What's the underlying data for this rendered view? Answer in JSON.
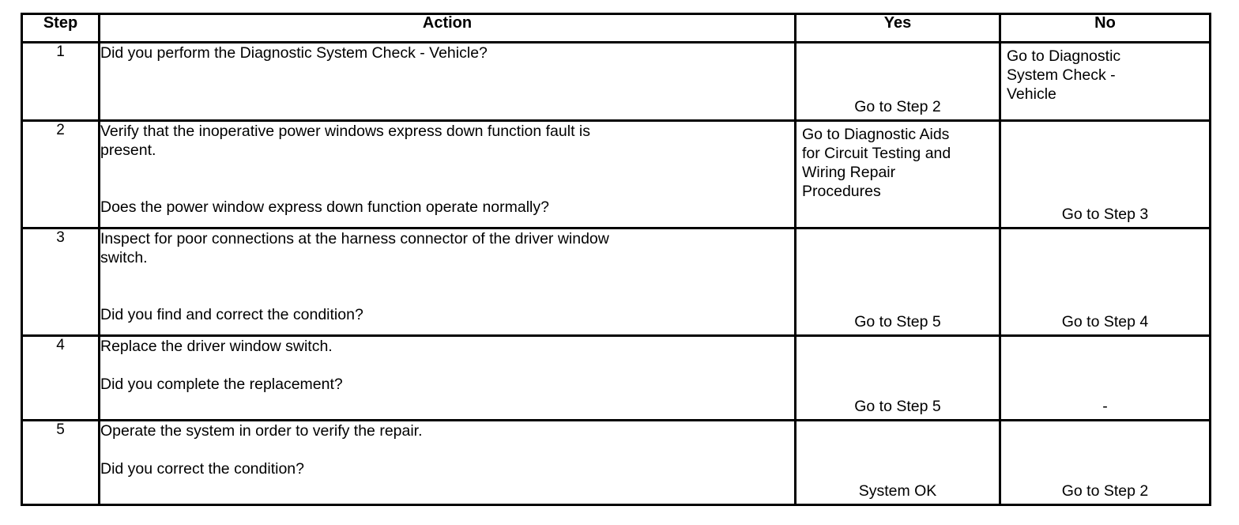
{
  "table": {
    "columns": [
      {
        "key": "step",
        "label": "Step"
      },
      {
        "key": "action",
        "label": "Action"
      },
      {
        "key": "yes",
        "label": "Yes"
      },
      {
        "key": "no",
        "label": "No"
      }
    ],
    "rows": [
      {
        "step": "1",
        "action_lines": [
          "Did you perform the Diagnostic System Check - Vehicle?"
        ],
        "yes_lines": [
          "Go to Step 2"
        ],
        "no_lines": [
          "Go to Diagnostic",
          "System Check -",
          "Vehicle"
        ]
      },
      {
        "step": "2",
        "action_lines": [
          "Verify that the inoperative power windows express down function fault is",
          "present.",
          "",
          "",
          "Does the power window express down function operate normally?"
        ],
        "yes_lines": [
          "Go to Diagnostic Aids",
          "for Circuit Testing and",
          "Wiring Repair",
          "Procedures"
        ],
        "no_lines": [
          "Go to Step 3"
        ]
      },
      {
        "step": "3",
        "action_lines": [
          "Inspect for poor connections at the harness connector of the driver window",
          "switch.",
          "",
          "",
          "Did you find and correct the condition?"
        ],
        "yes_lines": [
          "Go to Step 5"
        ],
        "no_lines": [
          "Go to Step 4"
        ]
      },
      {
        "step": "4",
        "action_lines": [
          "Replace the driver window switch.",
          "",
          "Did you complete the replacement?"
        ],
        "yes_lines": [
          "Go to Step 5"
        ],
        "no_lines": [
          "-"
        ]
      },
      {
        "step": "5",
        "action_lines": [
          "Operate the system in order to verify the repair.",
          "",
          "Did you correct the condition?"
        ],
        "yes_lines": [
          "System OK"
        ],
        "no_lines": [
          "Go to Step 2"
        ]
      }
    ]
  },
  "style": {
    "border_color": "#000000",
    "text_color": "#000000",
    "background": "#ffffff"
  }
}
